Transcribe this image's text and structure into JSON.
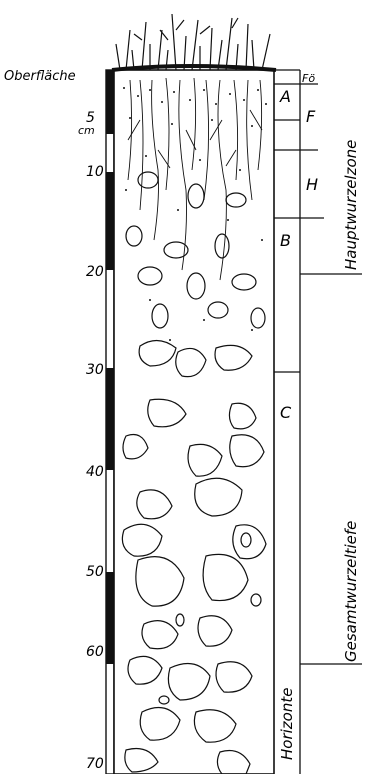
{
  "surface_label": "Oberfläche",
  "depth_unit": "cm",
  "depth_ticks": [
    "5",
    "10",
    "20",
    "30",
    "40",
    "50",
    "60",
    "70"
  ],
  "horizons": [
    "A",
    "F",
    "H",
    "B",
    "C",
    "Fö"
  ],
  "horizons_label": "Horizonte",
  "zone_main_roots": "Hauptwurzelzone",
  "zone_total_depth": "Gesamtwurzeltiefe",
  "colors": {
    "ink": "#111111",
    "paper": "#ffffff"
  }
}
